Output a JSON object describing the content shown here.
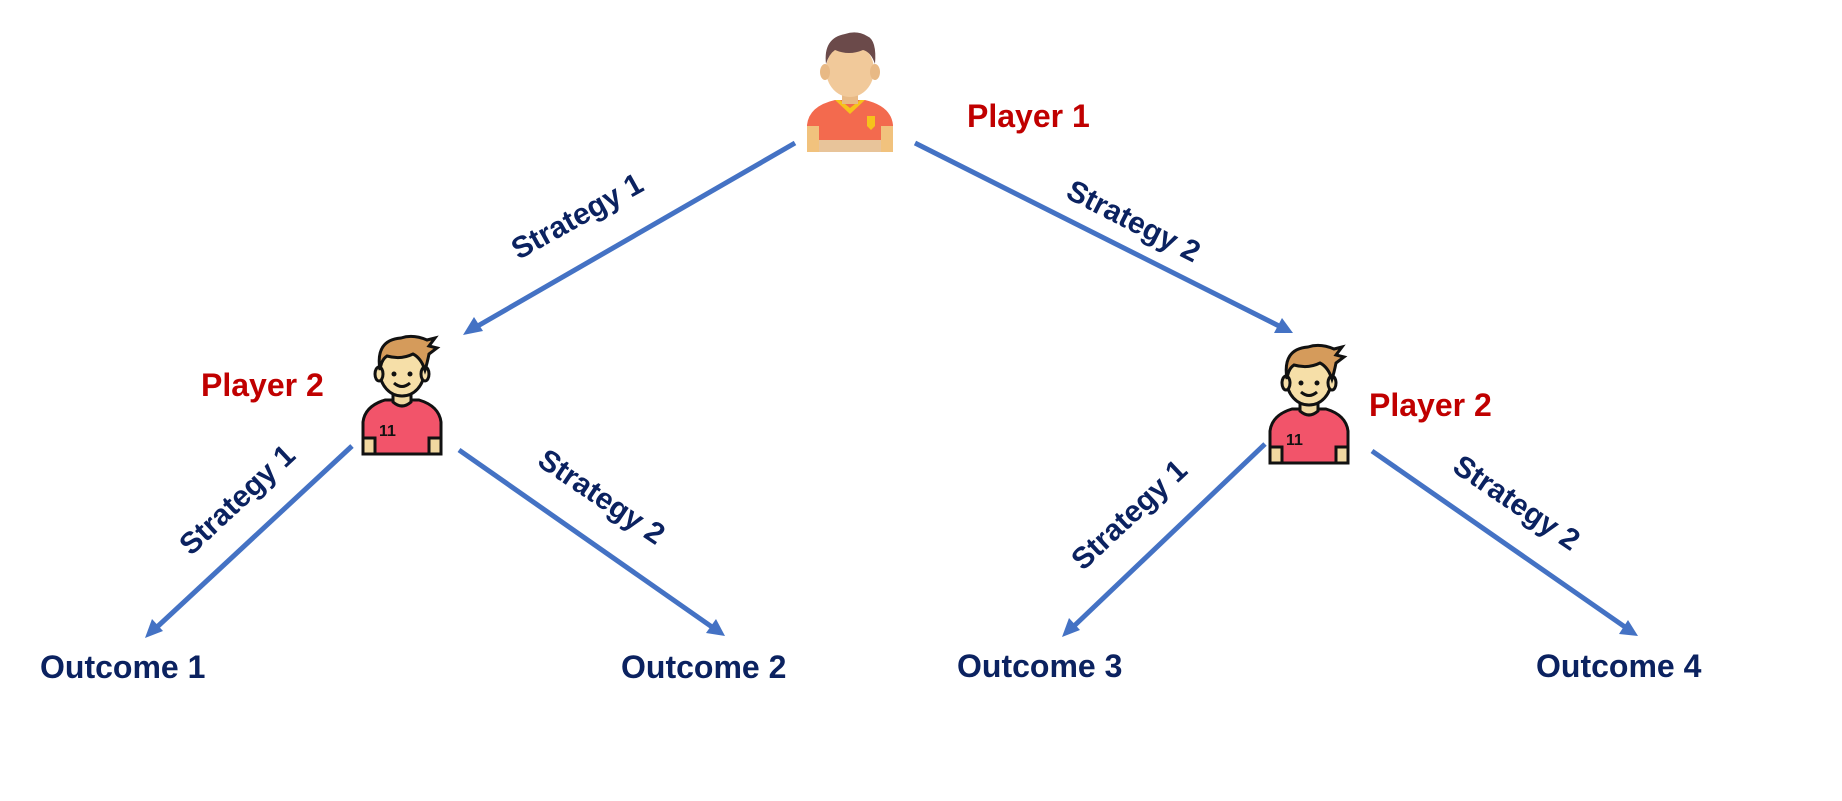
{
  "nodes": {
    "root": {
      "label": "Player 1",
      "icon": "player-1-avatar-icon"
    },
    "left": {
      "label": "Player 2",
      "icon": "player-2-avatar-icon"
    },
    "right": {
      "label": "Player 2",
      "icon": "player-2-avatar-icon"
    }
  },
  "edges": {
    "root_left": "Strategy 1",
    "root_right": "Strategy 2",
    "left_outcome1": "Strategy 1",
    "left_outcome2": "Strategy 2",
    "right_outcome3": "Strategy 1",
    "right_outcome4": "Strategy 2"
  },
  "outcomes": [
    "Outcome 1",
    "Outcome 2",
    "Outcome 3",
    "Outcome 4"
  ],
  "colors": {
    "player_label": "#c00000",
    "strategy_label": "#0b2260",
    "outcome_label": "#0b2260",
    "edge": "#4472c4"
  }
}
